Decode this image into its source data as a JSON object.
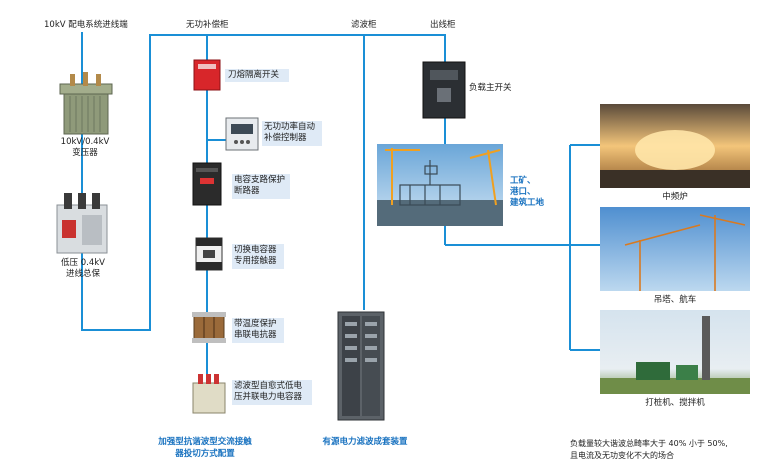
{
  "headers": {
    "incoming_line": "10kV 配电系统进线端",
    "compensation_cabinet": "无功补偿柜",
    "filter_cabinet": "滤波柜",
    "outgoing_cabinet": "出线柜"
  },
  "left_column": {
    "transformer_label_line1": "10kV/0.4kV",
    "transformer_label_line2": "变压器",
    "main_breaker_label_line1": "低压 0.4kV",
    "main_breaker_label_line2": "进线总保"
  },
  "compensation": {
    "knife_switch": "刀熔隔离开关",
    "controller_line1": "无功功率自动",
    "controller_line2": "补偿控制器",
    "breaker_line1": "电容支路保护",
    "breaker_line2": "断路器",
    "contactor_line1": "切换电容器",
    "contactor_line2": "专用接触器",
    "reactor_line1": "带温度保护",
    "reactor_line2": "串联电抗器",
    "capacitor_line1": "滤波型自愈式低电",
    "capacitor_line2": "压并联电力电容器",
    "caption_line1": "加强型抗谐波型交流接触",
    "caption_line2": "器投切方式配置"
  },
  "filter": {
    "caption": "有源电力滤波成套装置"
  },
  "outgoing": {
    "main_switch": "负载主开关",
    "site_line1": "工矿、",
    "site_line2": "港口、",
    "site_line3": "建筑工地"
  },
  "loads": {
    "furnace": "中频炉",
    "crane": "吊塔、航车",
    "piling": "打桩机、搅拌机"
  },
  "note": {
    "line1": "负载量较大谐波总畸率大于 40% 小于 50%,",
    "line2": "且电流及无功变化不大的场合"
  },
  "colors": {
    "line": "#1a8fd6",
    "accent_text": "#1a73c0",
    "label_bg": "#dfeaf6"
  }
}
